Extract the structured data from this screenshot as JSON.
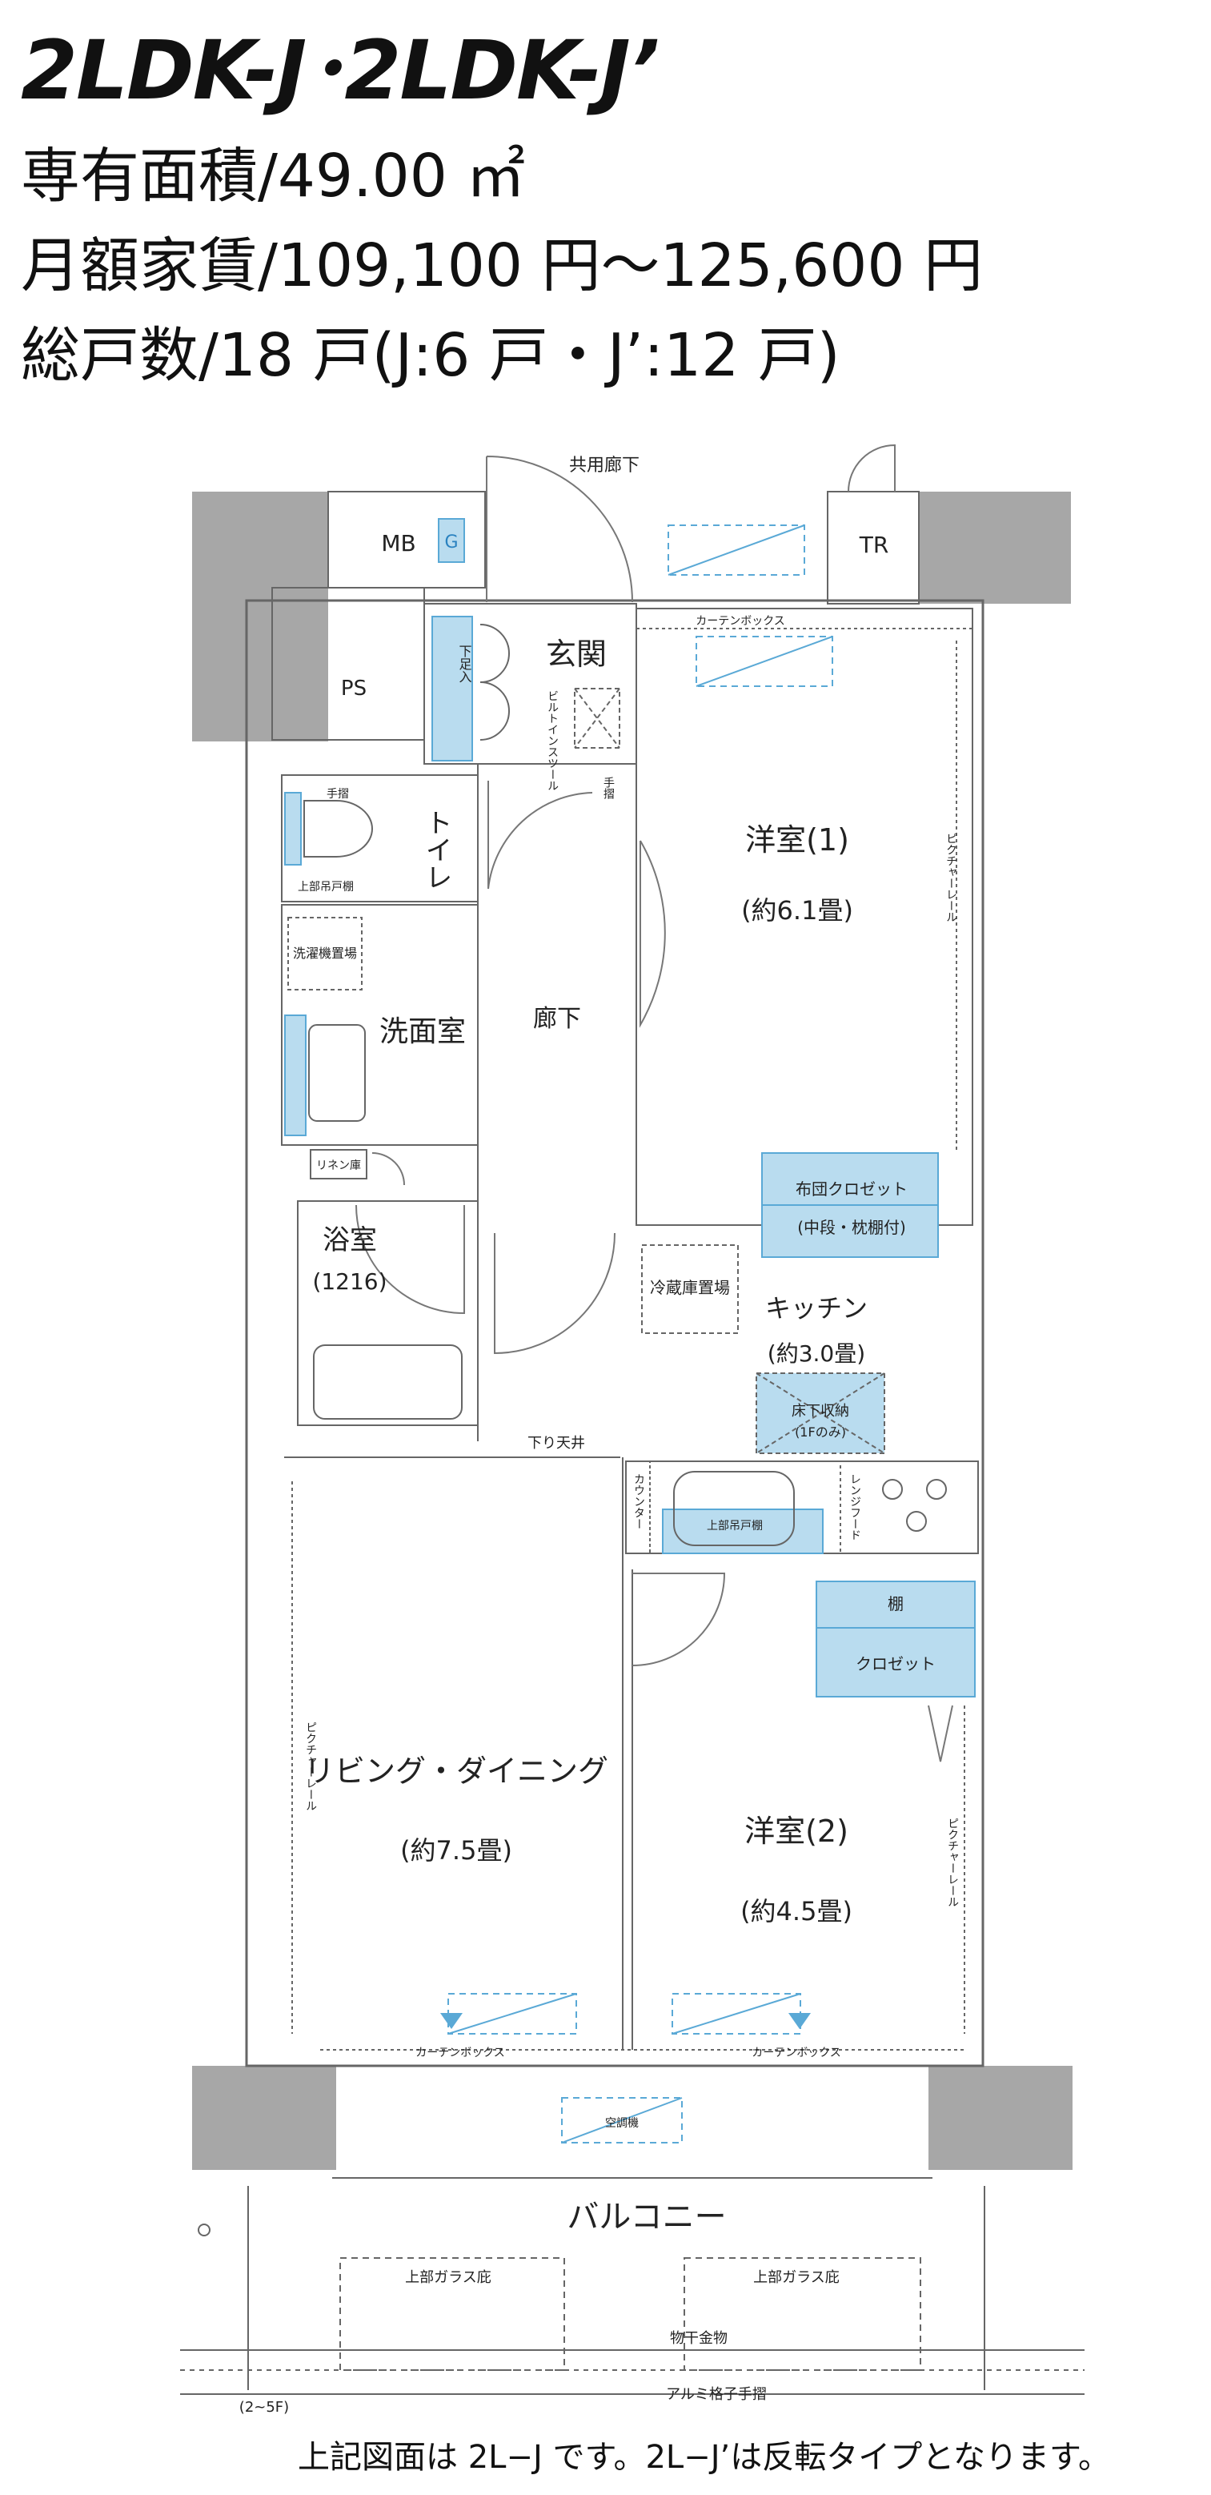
{
  "header": {
    "title": "2LDK-J･2LDK-J’",
    "area": "専有面積/49.00 ㎡",
    "rent": "月額家賃/109,100 円～125,600 円",
    "units": "総戸数/18 戸(J:6 戸・J’:12 戸)"
  },
  "plan": {
    "common_corridor": "共用廊下",
    "mb": "MB",
    "g": "G",
    "tr": "TR",
    "ps": "PS",
    "entrance": "玄関",
    "shoe_box": "下足入",
    "built_in_shoe": "ビルトインスツール",
    "railing_entry": "手摺",
    "toilet": "トイレ",
    "toilet_rail": "手摺",
    "upper_cabinet": "上部吊戸棚",
    "washer_space": "洗濯機置場",
    "washroom": "洗面室",
    "linen": "リネン庫",
    "bath": "浴室",
    "bath_size": "(1216)",
    "corridor": "廊下",
    "room1": "洋室(1)",
    "room1_size": "(約6.1畳)",
    "picture_rail_1": "ピクチャーレール",
    "curtain_box_top": "カーテンボックス",
    "futon_closet": "布団クロゼット",
    "futon_closet_note": "(中段・枕棚付)",
    "fridge": "冷蔵庫置場",
    "kitchen": "キッチン",
    "kitchen_size": "(約3.0畳)",
    "underfloor": "床下収納",
    "underfloor_note": "(1Fのみ)",
    "lowered_ceiling": "下り天井",
    "counter": "カウンター",
    "sink_cabinet": "上部吊戸棚",
    "range_hood": "レンジフード",
    "shelf": "棚",
    "closet": "クロゼット",
    "living": "リビング・ダイニング",
    "living_size": "(約7.5畳)",
    "picture_rail_living": "ピクチャーレール",
    "room2": "洋室(2)",
    "room2_size": "(約4.5畳)",
    "picture_rail_2": "ピクチャーレール",
    "curtain_box_left": "カーテンボックス",
    "curtain_box_right": "カーテンボックス",
    "aircon": "空調機",
    "balcony": "バルコニー",
    "glass_eave_left": "上部ガラス庇",
    "glass_eave_right": "上部ガラス庇",
    "drying_hardware": "物干金物",
    "floor_note": "(2~5F)",
    "handrail": "アルミ格子手摺"
  },
  "footnote": "上記図面は 2L−J です。2L−J’は反転タイプとなります。",
  "colors": {
    "blue": "#b9dcef",
    "blue_stroke": "#5aa9d6",
    "wall": "#a7a7a7",
    "line": "#666666"
  }
}
